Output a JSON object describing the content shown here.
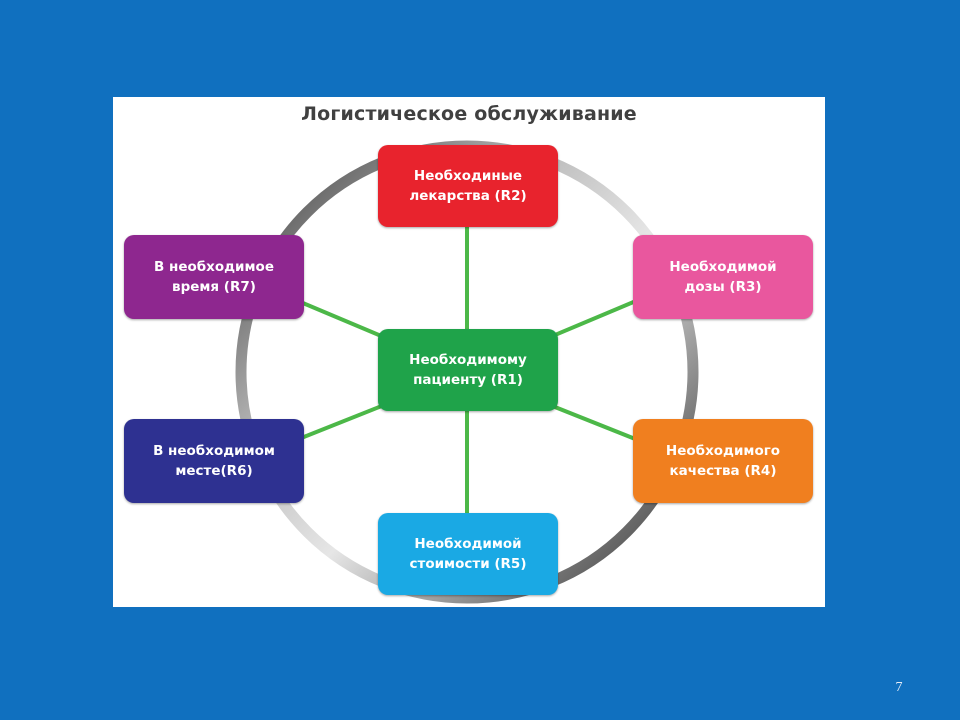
{
  "title": "Логистическое обслуживание",
  "center": {
    "line1": "Необходимому",
    "line2": "пациенту (R1)",
    "color": "#1fa34a"
  },
  "nodes": [
    {
      "id": "r2",
      "line1": "Необходиные",
      "line2": "лекарства (R2)",
      "color": "#e8232d"
    },
    {
      "id": "r3",
      "line1": "Необходимой",
      "line2": "дозы (R3)",
      "color": "#e9579e"
    },
    {
      "id": "r4",
      "line1": "Необходимого",
      "line2": "качества (R4)",
      "color": "#f07f1f"
    },
    {
      "id": "r5",
      "line1": "Необходимой",
      "line2": "стоимости (R5)",
      "color": "#1aa9e4"
    },
    {
      "id": "r6",
      "line1": "В необходимом",
      "line2": "месте(R6)",
      "color": "#2e3191"
    },
    {
      "id": "r7",
      "line1": "В необходимое",
      "line2": "время (R7)",
      "color": "#8e278f"
    }
  ],
  "colors": {
    "background": "#1070bf",
    "spoke": "#4cb848",
    "ring": "#8a8a8a"
  },
  "page_number": "7"
}
